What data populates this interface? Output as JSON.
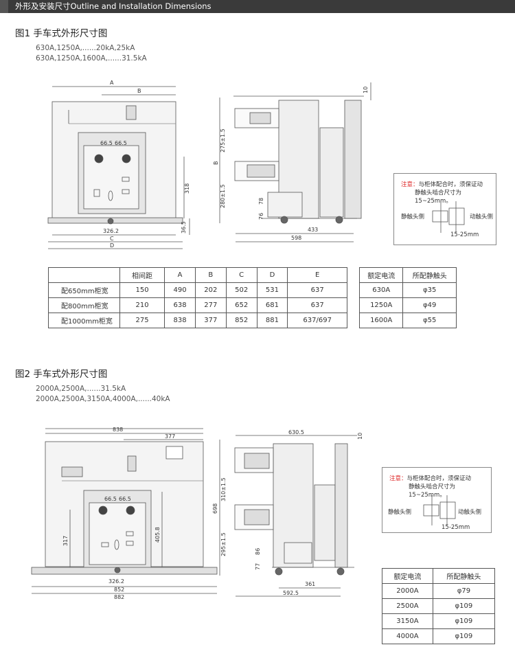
{
  "header": {
    "title": "外形及安装尺寸Outline and Installation Dimensions"
  },
  "fig1": {
    "title": "图1  手车式外形尺寸图",
    "sub1": "630A,1250A,......20kA,25kA",
    "sub2": "630A,1250A,1600A,......31.5kA",
    "dims": {
      "A": "A",
      "B": "B",
      "C": "C",
      "D": "D",
      "d1": "66.5",
      "d2": "66.5",
      "w": "326.2",
      "h318": "318",
      "h36": "36.5",
      "h275": "275±1.5",
      "hB": "B",
      "h280": "280±1.5",
      "h78": "78",
      "h76": "76",
      "w433": "433",
      "w598": "598",
      "w10": "10"
    },
    "table": {
      "headers": [
        "",
        "相间距",
        "A",
        "B",
        "C",
        "D",
        "E"
      ],
      "rows": [
        [
          "配650mm柜宽",
          "150",
          "490",
          "202",
          "502",
          "531",
          "637"
        ],
        [
          "配800mm柜宽",
          "210",
          "638",
          "277",
          "652",
          "681",
          "637"
        ],
        [
          "配1000mm柜宽",
          "275",
          "838",
          "377",
          "852",
          "881",
          "637/697"
        ]
      ]
    },
    "table2": {
      "headers": [
        "额定电流",
        "所配静触头"
      ],
      "rows": [
        [
          "630A",
          "φ35"
        ],
        [
          "1250A",
          "φ49"
        ],
        [
          "1600A",
          "φ55"
        ]
      ]
    },
    "note": {
      "label": "注意：",
      "line1": "与柜体配合时，须保证动",
      "line2": "静触头啮合尺寸为15~25mm。",
      "left": "静触头侧",
      "right": "动触头侧",
      "range": "15-25mm"
    }
  },
  "fig2": {
    "title": "图2  手车式外形尺寸图",
    "sub1": "2000A,2500A,......31.5kA",
    "sub2": "2000A,2500A,3150A,4000A,......40kA",
    "dims": {
      "w838": "838",
      "w377": "377",
      "d1": "66.5",
      "d2": "66.5",
      "h317": "317",
      "h405": "405.8",
      "w326": "326.2",
      "w852": "852",
      "w882": "882",
      "w630": "630.5",
      "w10": "10",
      "h698": "698",
      "h310": "310±1.5",
      "h295": "295±1.5",
      "h86": "86",
      "h77": "77",
      "w361": "361",
      "w592": "592.5"
    },
    "note": {
      "label": "注意：",
      "line1": "与柜体配合时，须保证动",
      "line2": "静触头啮合尺寸为15~25mm。",
      "left": "静触头侧",
      "right": "动触头侧",
      "range": "15-25mm"
    },
    "table2": {
      "headers": [
        "额定电流",
        "所配静触头"
      ],
      "rows": [
        [
          "2000A",
          "φ79"
        ],
        [
          "2500A",
          "φ109"
        ],
        [
          "3150A",
          "φ109"
        ],
        [
          "4000A",
          "φ109"
        ]
      ]
    }
  }
}
